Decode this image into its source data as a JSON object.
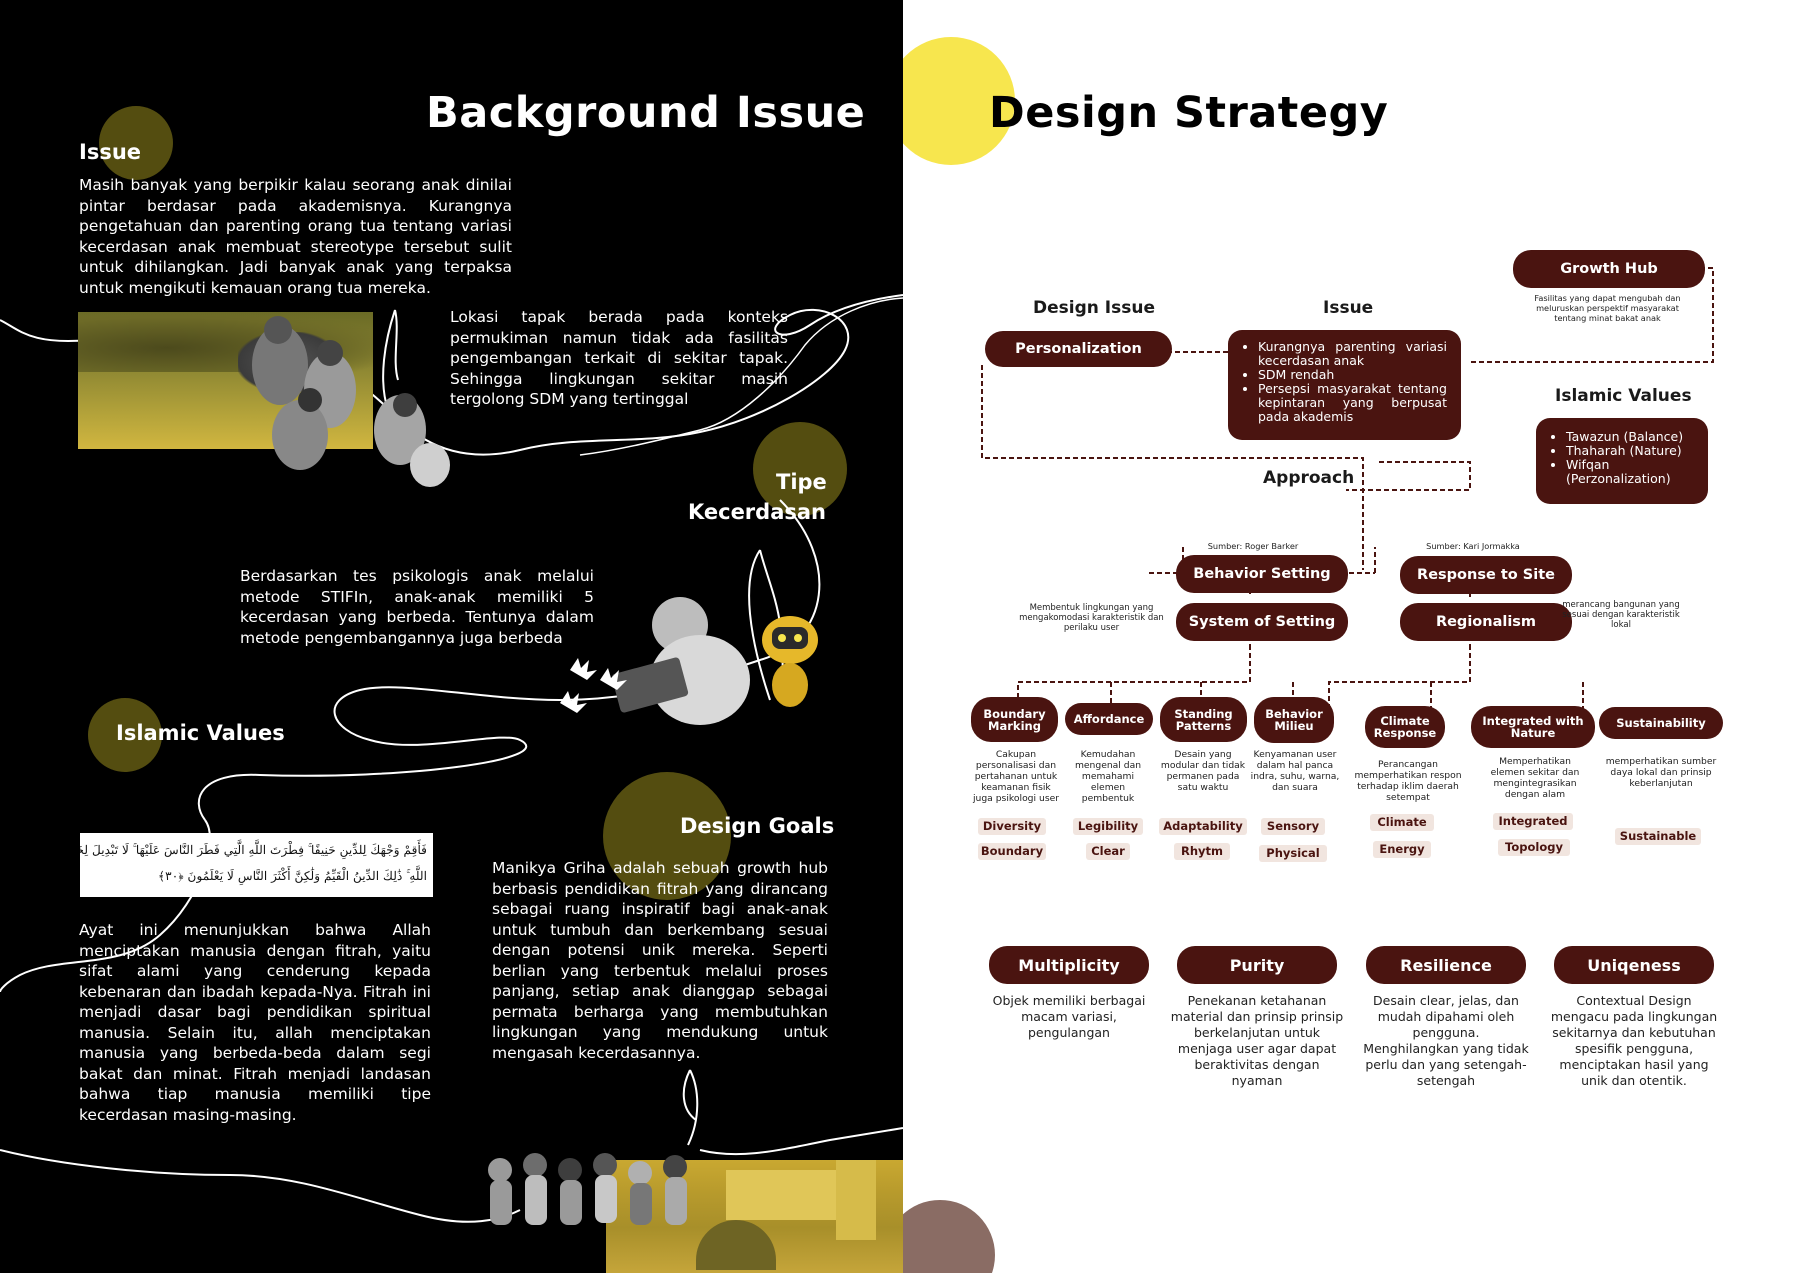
{
  "background": {
    "title": "Background Issue",
    "issue": {
      "heading": "Issue",
      "text": "Masih banyak yang berpikir kalau seorang anak dinilai pintar berdasar pada akademisnya. Kurangnya pengetahuan dan parenting orang tua tentang variasi kecerdasan anak membuat stereotype tersebut sulit untuk dihilangkan. Jadi banyak anak yang terpaksa untuk mengikuti kemauan orang tua mereka."
    },
    "location_text": "Lokasi tapak berada pada konteks permukiman namun tidak ada fasilitas pengembangan terkait di sekitar tapak. Sehingga lingkungan sekitar masih tergolong SDM yang tertinggal",
    "tipe": {
      "heading_line1": "Tipe",
      "heading_line2": "Kecerdasan",
      "text": "Berdasarkan tes psikologis anak melalui metode STIFIn, anak-anak memiliki 5 kecerdasan yang berbeda. Tentunya dalam metode pengembangannya juga berbeda"
    },
    "islamic": {
      "heading": "Islamic Values",
      "arabic_line1": "فَأَقِمْ وَجْهَكَ لِلدِّينِ حَنِيفًا ۚ فِطْرَتَ اللَّهِ الَّتِي فَطَرَ النَّاسَ عَلَيْهَا ۚ لَا تَبْدِيلَ لِخَلْقِ",
      "arabic_line2": "اللَّهِ ۚ ذَٰلِكَ الدِّينُ الْقَيِّمُ وَلَٰكِنَّ أَكْثَرَ النَّاسِ لَا يَعْلَمُونَ ﴿٣٠﴾",
      "text": "Ayat ini menunjukkan bahwa Allah menciptakan manusia dengan fitrah, yaitu sifat alami yang cenderung kepada kebenaran dan ibadah kepada-Nya. Fitrah ini menjadi dasar bagi pendidikan spiritual manusia. Selain itu, allah menciptakan manusia yang berbeda-beda dalam segi bakat dan minat. Fitrah menjadi landasan bahwa tiap manusia memiliki tipe kecerdasan masing-masing."
    },
    "goals": {
      "heading": "Design Goals",
      "text": "Manikya Griha adalah sebuah growth hub berbasis pendidikan fitrah yang dirancang sebagai ruang inspiratif bagi anak-anak untuk tumbuh dan berkembang sesuai dengan potensi unik mereka. Seperti berlian yang terbentuk melalui proses panjang, setiap anak dianggap sebagai permata berharga yang membutuhkan lingkungan yang mendukung untuk mengasah kecerdasannya."
    }
  },
  "strategy": {
    "title": "Design Strategy",
    "design_issue_heading": "Design Issue",
    "personalization": "Personalization",
    "issue_heading": "Issue",
    "issue_items": [
      "Kurangnya parenting variasi kecerdasan anak",
      "SDM rendah",
      "Persepsi masyarakat tentang kepintaran yang berpusat pada akademis"
    ],
    "growth_hub": "Growth Hub",
    "growth_hub_note": "Fasilitas yang dapat mengubah dan meluruskan perspektif masyarakat tentang minat bakat anak",
    "islamic_heading": "Islamic Values",
    "islamic_items": [
      "Tawazun (Balance)",
      "Thaharah (Nature)",
      "Wifqan (Perzonalization)"
    ],
    "approach_heading": "Approach",
    "behavior_source": "Sumber: Roger Barker",
    "behavior_setting": "Behavior Setting",
    "system_of_setting": "System of Setting",
    "behavior_note": "Membentuk lingkungan yang mengakomodasi karakteristik dan perilaku user",
    "response_source": "Sumber: Kari Jormakka",
    "response_to_site": "Response to Site",
    "regionalism": "Regionalism",
    "regionalism_note": "merancang bangunan yang sesuai dengan karakteristik lokal",
    "strategies": [
      {
        "name": "Boundary Marking",
        "note": "Cakupan personalisasi dan pertahanan untuk keamanan fisik juga psikologi user",
        "tags": [
          "Diversity",
          "Boundary"
        ]
      },
      {
        "name": "Affordance",
        "note": "Kemudahan mengenal dan memahami elemen pembentuk",
        "tags": [
          "Legibility",
          "Clear"
        ]
      },
      {
        "name": "Standing Patterns",
        "note": "Desain yang modular dan tidak permanen pada satu waktu",
        "tags": [
          "Adaptability",
          "Rhytm"
        ]
      },
      {
        "name": "Behavior Milieu",
        "note": "Kenyamanan user dalam hal panca indra, suhu, warna, dan suara",
        "tags": [
          "Sensory",
          "Physical"
        ]
      },
      {
        "name": "Climate Response",
        "note": "Perancangan memperhatikan respon terhadap iklim daerah setempat",
        "tags": [
          "Climate",
          "Energy"
        ]
      },
      {
        "name": "Integrated with Nature",
        "note": "Memperhatikan elemen sekitar dan mengintegrasikan dengan alam",
        "tags": [
          "Integrated",
          "Topology"
        ]
      },
      {
        "name": "Sustainability",
        "note": "memperhatikan sumber daya lokal dan prinsip keberlanjutan",
        "tags": [
          "Sustainable"
        ]
      }
    ],
    "principles": [
      {
        "name": "Multiplicity",
        "text": "Objek memiliki berbagai macam variasi, pengulangan"
      },
      {
        "name": "Purity",
        "text": "Penekanan ketahanan material dan prinsip prinsip berkelanjutan untuk menjaga user agar dapat beraktivitas dengan nyaman"
      },
      {
        "name": "Resilience",
        "text": "Desain clear, jelas, dan mudah dipahami oleh pengguna. Menghilangkan yang tidak perlu dan yang setengah-setengah"
      },
      {
        "name": "Uniqeness",
        "text": "Contextual Design mengacu pada lingkungan sekitarnya dan kebutuhan spesifik pengguna, menciptakan hasil yang unik dan otentik."
      }
    ]
  },
  "colors": {
    "accent_dark": "#4a1410",
    "olive": "#544d10",
    "yellow": "#f7e64e",
    "black": "#000000"
  }
}
